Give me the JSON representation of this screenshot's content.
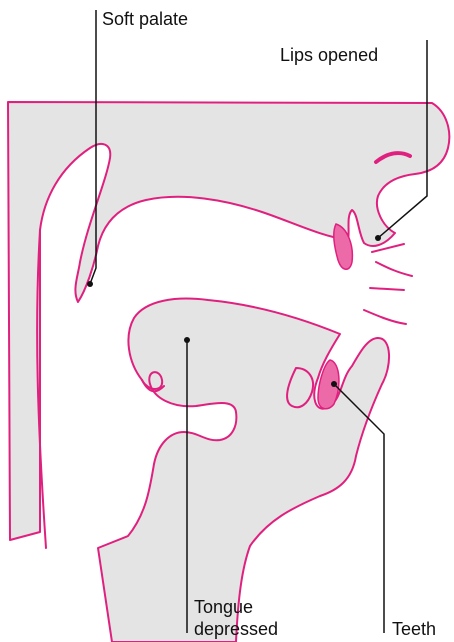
{
  "diagram": {
    "labels": {
      "soft_palate": "Soft palate",
      "lips_opened": "Lips opened",
      "tongue_depressed": "Tongue\ndepressed",
      "teeth": "Teeth"
    },
    "colors": {
      "outline": "#e0207f",
      "fill": "#e4e4e4",
      "teeth_fill": "#ec6aa8",
      "leader": "#111111",
      "background": "#ffffff"
    }
  }
}
